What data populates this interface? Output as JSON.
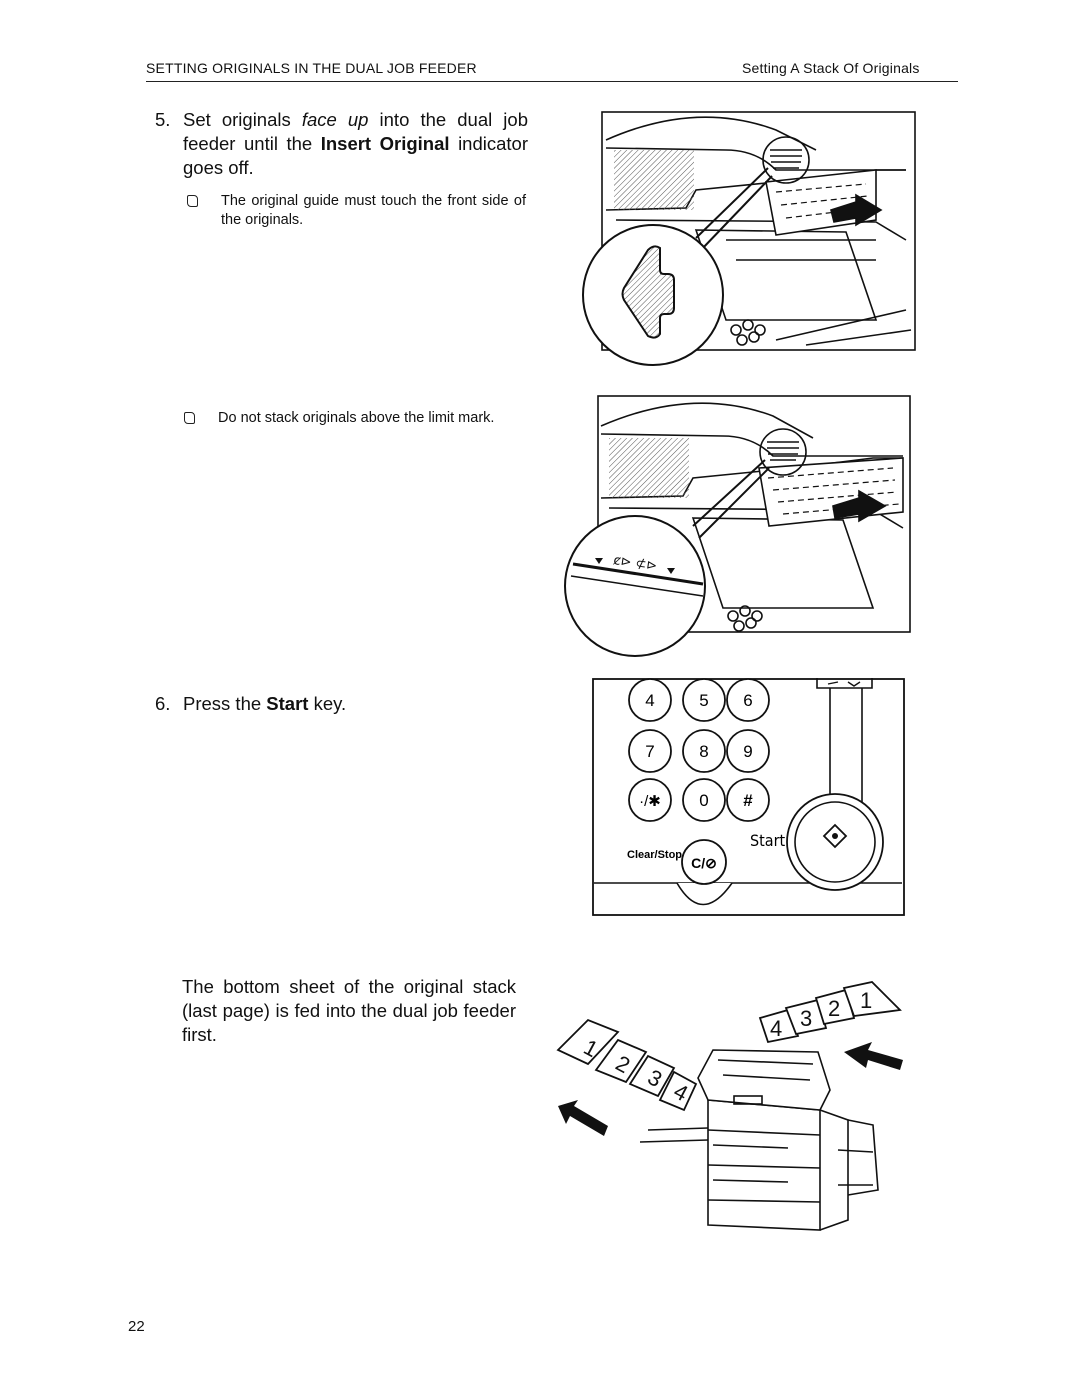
{
  "header": {
    "section_title": "SETTING ORIGINALS IN THE DUAL JOB FEEDER",
    "subsection_title": "Setting A Stack Of Originals"
  },
  "step5": {
    "number": "5.",
    "text_before": "Set originals ",
    "emphasis": "face up",
    "text_middle": " into the dual job feeder until the ",
    "strong": "Insert Original",
    "text_after": " indicator goes off."
  },
  "notes": [
    "The original guide must touch the front side of the originals.",
    "Do not stack originals above the limit mark."
  ],
  "step6": {
    "number": "6.",
    "text_before": "Press the ",
    "strong": "Start",
    "text_after": " key."
  },
  "result_text": "The bottom sheet of the original stack (last page) is fed into the dual job feeder first.",
  "keypad": {
    "keys": [
      "4",
      "5",
      "6",
      "7",
      "8",
      "9",
      "·/✱",
      "0",
      "#"
    ],
    "start_label": "Start",
    "clear_stop_label": "Clear/Stop",
    "clear_stop_key": "C/⊘"
  },
  "feed_sheets": [
    "1",
    "2",
    "3",
    "4"
  ],
  "page_number": "22"
}
